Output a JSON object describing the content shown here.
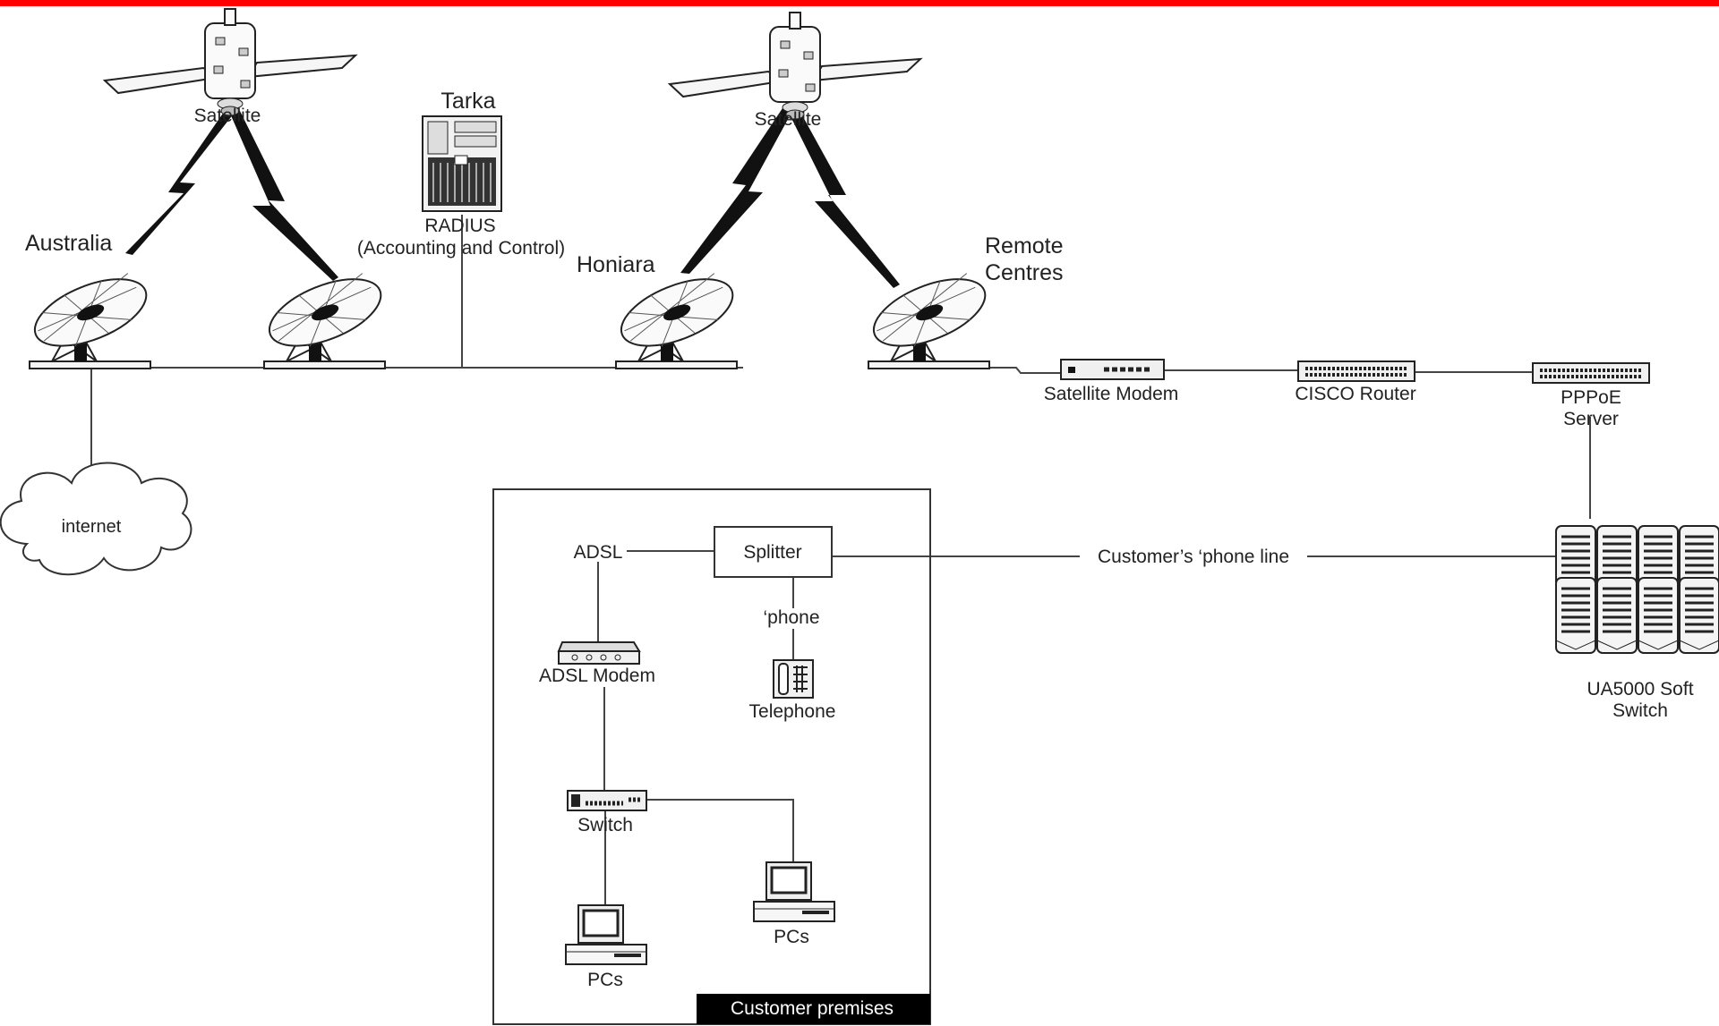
{
  "colors": {
    "top_bar": "#ff0000",
    "lines": "#444444",
    "device": "#222222",
    "premises_label_bg": "#000000",
    "premises_label_text": "#ffffff"
  },
  "labels": {
    "satellite_left": "Satellite",
    "satellite_right": "Satellite",
    "tarka": "Tarka",
    "radius": "RADIUS",
    "radius_sub": "(Accounting and Control)",
    "australia": "Australia",
    "honiara": "Honiara",
    "remote_centres_1": "Remote",
    "remote_centres_2": "Centres",
    "internet": "internet",
    "satellite_modem": "Satellite Modem",
    "cisco_router": "CISCO Router",
    "pppoe_1": "PPPoE",
    "pppoe_2": "Server",
    "ua5000_1": "UA5000 Soft",
    "ua5000_2": "Switch",
    "customer_phone_line": "Customer’s ‘phone line",
    "adsl": "ADSL",
    "splitter": "Splitter",
    "phone": "‘phone",
    "adsl_modem": "ADSL Modem",
    "telephone": "Telephone",
    "switch": "Switch",
    "pcs_left": "PCs",
    "pcs_right": "PCs",
    "customer_premises": "Customer premises"
  },
  "icons": [
    "satellite-icon",
    "satellite-dish-icon",
    "radius-server-icon",
    "cloud-icon",
    "modem-icon",
    "router-icon",
    "switch-icon",
    "soft-switch-rack-icon",
    "telephone-icon",
    "pc-icon"
  ]
}
